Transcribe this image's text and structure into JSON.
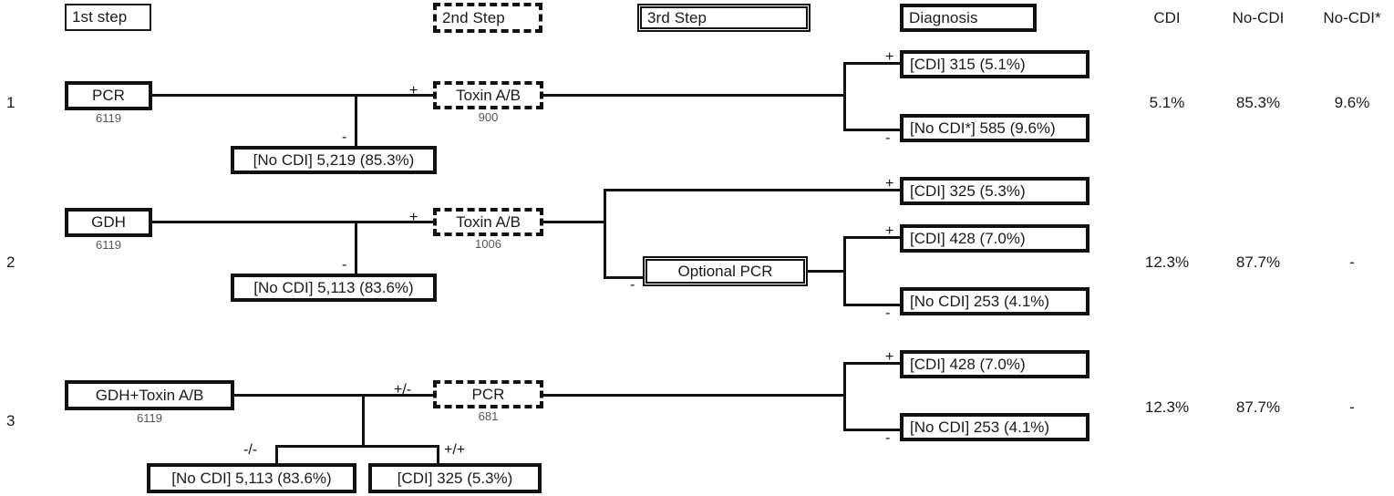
{
  "headers": {
    "step1": "1st step",
    "step2": "2nd Step",
    "step3": "3rd Step",
    "diagnosis": "Diagnosis",
    "col_cdi": "CDI",
    "col_nocdi": "No-CDI",
    "col_nocdi_star": "No-CDI*"
  },
  "rows": [
    {
      "number": "1",
      "first_step": {
        "label": "PCR",
        "count": "6119"
      },
      "second_step": {
        "label": "Toxin A/B",
        "count": "900"
      },
      "neg_branch": {
        "sign": "-",
        "label": "[No CDI]  5,219 (85.3%)"
      },
      "pos_sign": "+",
      "diagnoses": [
        {
          "sign": "+",
          "label": "[CDI] 315 (5.1%)"
        },
        {
          "sign": "-",
          "label": "[No CDI*] 585 (9.6%)"
        }
      ],
      "summary": {
        "cdi": "5.1%",
        "nocdi": "85.3%",
        "nocdi_star": "9.6%"
      }
    },
    {
      "number": "2",
      "first_step": {
        "label": "GDH",
        "count": "6119"
      },
      "second_step": {
        "label": "Toxin A/B",
        "count": "1006"
      },
      "neg_branch": {
        "sign": "-",
        "label": "[No CDI]  5,113 (83.6%)"
      },
      "pos_sign": "+",
      "third_step": {
        "label": "Optional PCR",
        "sign": "-"
      },
      "diagnoses": [
        {
          "sign": "+",
          "label": "[CDI] 325 (5.3%)"
        },
        {
          "sign": "+",
          "label": "[CDI] 428 (7.0%)"
        },
        {
          "sign": "-",
          "label": "[No CDI] 253 (4.1%)"
        }
      ],
      "summary": {
        "cdi": "12.3%",
        "nocdi": "87.7%",
        "nocdi_star": "-"
      }
    },
    {
      "number": "3",
      "first_step": {
        "label": "GDH+Toxin A/B",
        "count": "6119"
      },
      "second_step": {
        "label": "PCR",
        "count": "681"
      },
      "pos_sign": "+/-",
      "split_left": {
        "sign": "-/-",
        "label": "[No CDI]  5,113 (83.6%)"
      },
      "split_right": {
        "sign": "+/+",
        "label": "[CDI] 325 (5.3%)"
      },
      "diagnoses": [
        {
          "sign": "+",
          "label": "[CDI] 428 (7.0%)"
        },
        {
          "sign": "-",
          "label": "[No CDI] 253 (4.1%)"
        }
      ],
      "summary": {
        "cdi": "12.3%",
        "nocdi": "87.7%",
        "nocdi_star": "-"
      }
    }
  ]
}
